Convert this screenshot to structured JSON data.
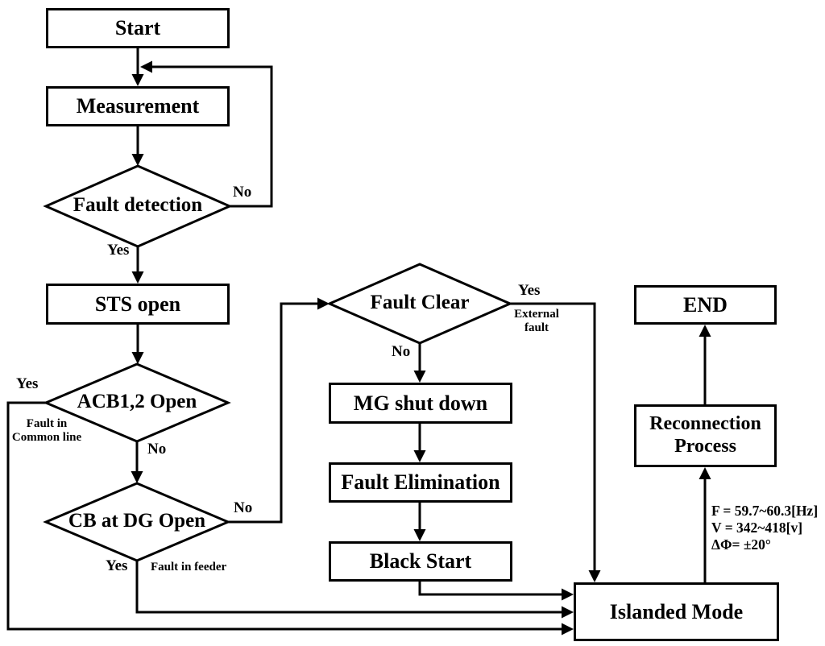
{
  "diagram": {
    "nodes": {
      "start": "Start",
      "measurement": "Measurement",
      "fault_detection": "Fault detection",
      "sts_open": "STS open",
      "acb_open": "ACB1,2 Open",
      "cb_at_dg_open": "CB at DG Open",
      "fault_clear": "Fault Clear",
      "mg_shut_down": "MG shut down",
      "fault_elimination": "Fault Elimination",
      "black_start": "Black Start",
      "islanded_mode": "Islanded Mode",
      "reconnection_process": "Reconnection Process",
      "end": "END"
    },
    "edge_labels": {
      "fault_detection_no": "No",
      "fault_detection_yes": "Yes",
      "acb_yes": "Yes",
      "acb_yes_note": "Fault in Common line",
      "acb_no": "No",
      "cb_no": "No",
      "cb_yes": "Yes",
      "cb_yes_note": "Fault in feeder",
      "fault_clear_yes": "Yes",
      "fault_clear_yes_note": "External fault",
      "fault_clear_no": "No"
    },
    "annotations": {
      "frequency": "F = 59.7~60.3[Hz]",
      "voltage": "V = 342~418[v]",
      "phase_angle": "ΔΦ= ±20°"
    },
    "colors": {
      "stroke": "#000000",
      "fill": "#ffffff"
    }
  }
}
